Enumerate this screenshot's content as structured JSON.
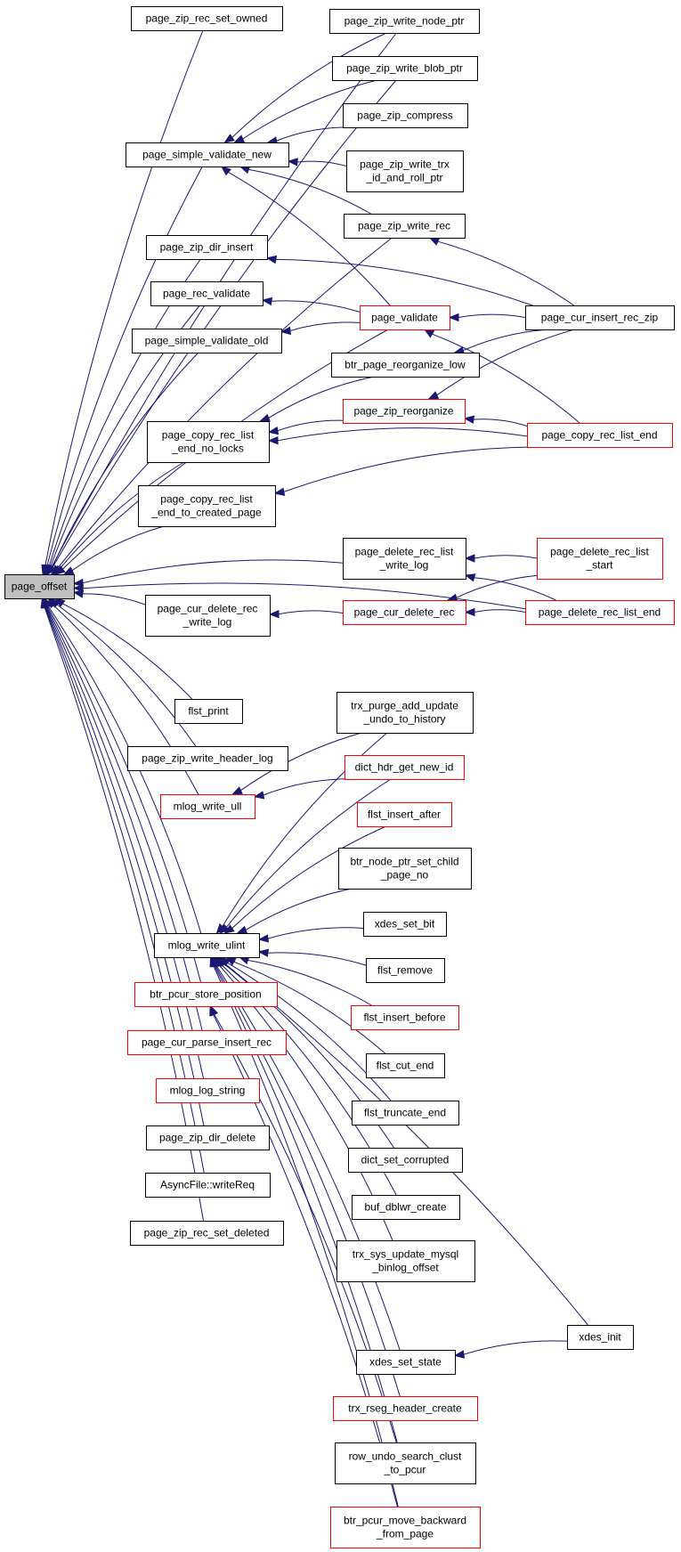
{
  "colors": {
    "edge": "#191970",
    "border_normal": "#000000",
    "border_highlight": "#ff0000",
    "fill_root": "#bfbfbf",
    "fill_normal": "#ffffff"
  },
  "nodes": [
    {
      "id": "page_offset",
      "lines": [
        "page_offset"
      ],
      "style": "root"
    },
    {
      "id": "page_zip_rec_set_owned",
      "lines": [
        "page_zip_rec_set_owned"
      ],
      "style": "normal"
    },
    {
      "id": "page_zip_write_node_ptr",
      "lines": [
        "page_zip_write_node_ptr"
      ],
      "style": "normal"
    },
    {
      "id": "page_zip_write_blob_ptr",
      "lines": [
        "page_zip_write_blob_ptr"
      ],
      "style": "normal"
    },
    {
      "id": "page_zip_compress",
      "lines": [
        "page_zip_compress"
      ],
      "style": "normal"
    },
    {
      "id": "page_simple_validate_new",
      "lines": [
        "page_simple_validate_new"
      ],
      "style": "normal"
    },
    {
      "id": "page_zip_write_trx_id_and_roll_ptr",
      "lines": [
        "page_zip_write_trx",
        "_id_and_roll_ptr"
      ],
      "style": "normal"
    },
    {
      "id": "page_zip_write_rec",
      "lines": [
        "page_zip_write_rec"
      ],
      "style": "normal"
    },
    {
      "id": "page_zip_dir_insert",
      "lines": [
        "page_zip_dir_insert"
      ],
      "style": "normal"
    },
    {
      "id": "page_rec_validate",
      "lines": [
        "page_rec_validate"
      ],
      "style": "normal"
    },
    {
      "id": "page_validate",
      "lines": [
        "page_validate"
      ],
      "style": "highlight"
    },
    {
      "id": "page_cur_insert_rec_zip",
      "lines": [
        "page_cur_insert_rec_zip"
      ],
      "style": "normal"
    },
    {
      "id": "page_simple_validate_old",
      "lines": [
        "page_simple_validate_old"
      ],
      "style": "normal"
    },
    {
      "id": "btr_page_reorganize_low",
      "lines": [
        "btr_page_reorganize_low"
      ],
      "style": "normal"
    },
    {
      "id": "page_zip_reorganize",
      "lines": [
        "page_zip_reorganize"
      ],
      "style": "highlight"
    },
    {
      "id": "page_copy_rec_list_end_no_locks",
      "lines": [
        "page_copy_rec_list",
        "_end_no_locks"
      ],
      "style": "normal"
    },
    {
      "id": "page_copy_rec_list_end",
      "lines": [
        "page_copy_rec_list_end"
      ],
      "style": "highlight"
    },
    {
      "id": "page_copy_rec_list_end_to_created_page",
      "lines": [
        "page_copy_rec_list",
        "_end_to_created_page"
      ],
      "style": "normal"
    },
    {
      "id": "page_delete_rec_list_write_log",
      "lines": [
        "page_delete_rec_list",
        "_write_log"
      ],
      "style": "normal"
    },
    {
      "id": "page_delete_rec_list_start",
      "lines": [
        "page_delete_rec_list",
        "_start"
      ],
      "style": "highlight"
    },
    {
      "id": "page_cur_delete_rec_write_log",
      "lines": [
        "page_cur_delete_rec",
        "_write_log"
      ],
      "style": "normal"
    },
    {
      "id": "page_cur_delete_rec",
      "lines": [
        "page_cur_delete_rec"
      ],
      "style": "highlight"
    },
    {
      "id": "page_delete_rec_list_end",
      "lines": [
        "page_delete_rec_list_end"
      ],
      "style": "highlight"
    },
    {
      "id": "flst_print",
      "lines": [
        "flst_print"
      ],
      "style": "normal"
    },
    {
      "id": "trx_purge_add_update_undo_to_history",
      "lines": [
        "trx_purge_add_update",
        "_undo_to_history"
      ],
      "style": "normal"
    },
    {
      "id": "page_zip_write_header_log",
      "lines": [
        "page_zip_write_header_log"
      ],
      "style": "normal"
    },
    {
      "id": "dict_hdr_get_new_id",
      "lines": [
        "dict_hdr_get_new_id"
      ],
      "style": "highlight"
    },
    {
      "id": "mlog_write_ull",
      "lines": [
        "mlog_write_ull"
      ],
      "style": "highlight"
    },
    {
      "id": "flst_insert_after",
      "lines": [
        "flst_insert_after"
      ],
      "style": "highlight"
    },
    {
      "id": "btr_node_ptr_set_child_page_no",
      "lines": [
        "btr_node_ptr_set_child",
        "_page_no"
      ],
      "style": "normal"
    },
    {
      "id": "xdes_set_bit",
      "lines": [
        "xdes_set_bit"
      ],
      "style": "normal"
    },
    {
      "id": "mlog_write_ulint",
      "lines": [
        "mlog_write_ulint"
      ],
      "style": "normal"
    },
    {
      "id": "flst_remove",
      "lines": [
        "flst_remove"
      ],
      "style": "normal"
    },
    {
      "id": "btr_pcur_store_position",
      "lines": [
        "btr_pcur_store_position"
      ],
      "style": "highlight"
    },
    {
      "id": "flst_insert_before",
      "lines": [
        "flst_insert_before"
      ],
      "style": "highlight"
    },
    {
      "id": "page_cur_parse_insert_rec",
      "lines": [
        "page_cur_parse_insert_rec"
      ],
      "style": "highlight"
    },
    {
      "id": "flst_cut_end",
      "lines": [
        "flst_cut_end"
      ],
      "style": "normal"
    },
    {
      "id": "mlog_log_string",
      "lines": [
        "mlog_log_string"
      ],
      "style": "highlight"
    },
    {
      "id": "flst_truncate_end",
      "lines": [
        "flst_truncate_end"
      ],
      "style": "normal"
    },
    {
      "id": "page_zip_dir_delete",
      "lines": [
        "page_zip_dir_delete"
      ],
      "style": "normal"
    },
    {
      "id": "dict_set_corrupted",
      "lines": [
        "dict_set_corrupted"
      ],
      "style": "normal"
    },
    {
      "id": "AsyncFile_writeReq",
      "lines": [
        "AsyncFile::writeReq"
      ],
      "style": "normal"
    },
    {
      "id": "buf_dblwr_create",
      "lines": [
        "buf_dblwr_create"
      ],
      "style": "normal"
    },
    {
      "id": "page_zip_rec_set_deleted",
      "lines": [
        "page_zip_rec_set_deleted"
      ],
      "style": "normal"
    },
    {
      "id": "trx_sys_update_mysql_binlog_offset",
      "lines": [
        "trx_sys_update_mysql",
        "_binlog_offset"
      ],
      "style": "normal"
    },
    {
      "id": "xdes_init",
      "lines": [
        "xdes_init"
      ],
      "style": "normal"
    },
    {
      "id": "xdes_set_state",
      "lines": [
        "xdes_set_state"
      ],
      "style": "normal"
    },
    {
      "id": "trx_rseg_header_create",
      "lines": [
        "trx_rseg_header_create"
      ],
      "style": "highlight"
    },
    {
      "id": "row_undo_search_clust_to_pcur",
      "lines": [
        "row_undo_search_clust",
        "_to_pcur"
      ],
      "style": "normal"
    },
    {
      "id": "btr_pcur_move_backward_from_page",
      "lines": [
        "btr_pcur_move_backward",
        "_from_page"
      ],
      "style": "highlight"
    }
  ],
  "edges": [
    {
      "from": "page_offset",
      "to": "page_zip_rec_set_owned"
    },
    {
      "from": "page_offset",
      "to": "page_zip_write_node_ptr"
    },
    {
      "from": "page_offset",
      "to": "page_zip_write_blob_ptr"
    },
    {
      "from": "page_offset",
      "to": "page_simple_validate_new"
    },
    {
      "from": "page_offset",
      "to": "page_zip_write_rec"
    },
    {
      "from": "page_offset",
      "to": "page_zip_dir_insert"
    },
    {
      "from": "page_offset",
      "to": "page_rec_validate"
    },
    {
      "from": "page_offset",
      "to": "page_simple_validate_old"
    },
    {
      "from": "page_offset",
      "to": "page_validate"
    },
    {
      "from": "page_offset",
      "to": "page_copy_rec_list_end_no_locks"
    },
    {
      "from": "page_offset",
      "to": "page_copy_rec_list_end_to_created_page"
    },
    {
      "from": "page_offset",
      "to": "page_delete_rec_list_write_log"
    },
    {
      "from": "page_offset",
      "to": "page_cur_delete_rec_write_log"
    },
    {
      "from": "page_offset",
      "to": "page_delete_rec_list_end"
    },
    {
      "from": "page_offset",
      "to": "flst_print"
    },
    {
      "from": "page_offset",
      "to": "page_zip_write_header_log"
    },
    {
      "from": "page_offset",
      "to": "mlog_write_ull"
    },
    {
      "from": "page_offset",
      "to": "mlog_write_ulint"
    },
    {
      "from": "page_offset",
      "to": "btr_pcur_store_position"
    },
    {
      "from": "page_offset",
      "to": "page_cur_parse_insert_rec"
    },
    {
      "from": "page_offset",
      "to": "mlog_log_string"
    },
    {
      "from": "page_offset",
      "to": "page_zip_dir_delete"
    },
    {
      "from": "page_offset",
      "to": "AsyncFile_writeReq"
    },
    {
      "from": "page_offset",
      "to": "page_zip_rec_set_deleted"
    },
    {
      "from": "page_simple_validate_new",
      "to": "page_zip_write_node_ptr"
    },
    {
      "from": "page_simple_validate_new",
      "to": "page_zip_write_blob_ptr"
    },
    {
      "from": "page_simple_validate_new",
      "to": "page_zip_compress"
    },
    {
      "from": "page_simple_validate_new",
      "to": "page_zip_write_trx_id_and_roll_ptr"
    },
    {
      "from": "page_simple_validate_new",
      "to": "page_zip_write_rec"
    },
    {
      "from": "page_simple_validate_new",
      "to": "page_validate"
    },
    {
      "from": "page_zip_dir_insert",
      "to": "page_cur_insert_rec_zip"
    },
    {
      "from": "page_zip_write_rec",
      "to": "page_cur_insert_rec_zip"
    },
    {
      "from": "page_rec_validate",
      "to": "page_validate"
    },
    {
      "from": "page_simple_validate_old",
      "to": "page_validate"
    },
    {
      "from": "page_validate",
      "to": "page_cur_insert_rec_zip"
    },
    {
      "from": "page_validate",
      "to": "page_copy_rec_list_end"
    },
    {
      "from": "btr_page_reorganize_low",
      "to": "page_cur_insert_rec_zip"
    },
    {
      "from": "page_zip_reorganize",
      "to": "page_cur_insert_rec_zip"
    },
    {
      "from": "page_zip_reorganize",
      "to": "page_copy_rec_list_end"
    },
    {
      "from": "page_copy_rec_list_end_no_locks",
      "to": "btr_page_reorganize_low"
    },
    {
      "from": "page_copy_rec_list_end_no_locks",
      "to": "page_zip_reorganize"
    },
    {
      "from": "page_copy_rec_list_end_no_locks",
      "to": "page_copy_rec_list_end"
    },
    {
      "from": "page_copy_rec_list_end_to_created_page",
      "to": "page_copy_rec_list_end"
    },
    {
      "from": "page_delete_rec_list_write_log",
      "to": "page_delete_rec_list_start"
    },
    {
      "from": "page_delete_rec_list_write_log",
      "to": "page_delete_rec_list_end"
    },
    {
      "from": "page_cur_delete_rec_write_log",
      "to": "page_cur_delete_rec"
    },
    {
      "from": "page_cur_delete_rec",
      "to": "page_delete_rec_list_start"
    },
    {
      "from": "page_cur_delete_rec",
      "to": "page_delete_rec_list_end"
    },
    {
      "from": "mlog_write_ull",
      "to": "trx_purge_add_update_undo_to_history"
    },
    {
      "from": "mlog_write_ull",
      "to": "dict_hdr_get_new_id"
    },
    {
      "from": "mlog_write_ulint",
      "to": "trx_purge_add_update_undo_to_history"
    },
    {
      "from": "mlog_write_ulint",
      "to": "dict_hdr_get_new_id"
    },
    {
      "from": "mlog_write_ulint",
      "to": "flst_insert_after"
    },
    {
      "from": "mlog_write_ulint",
      "to": "btr_node_ptr_set_child_page_no"
    },
    {
      "from": "mlog_write_ulint",
      "to": "xdes_set_bit"
    },
    {
      "from": "mlog_write_ulint",
      "to": "flst_remove"
    },
    {
      "from": "mlog_write_ulint",
      "to": "flst_insert_before"
    },
    {
      "from": "mlog_write_ulint",
      "to": "flst_cut_end"
    },
    {
      "from": "mlog_write_ulint",
      "to": "flst_truncate_end"
    },
    {
      "from": "mlog_write_ulint",
      "to": "dict_set_corrupted"
    },
    {
      "from": "mlog_write_ulint",
      "to": "buf_dblwr_create"
    },
    {
      "from": "mlog_write_ulint",
      "to": "trx_sys_update_mysql_binlog_offset"
    },
    {
      "from": "mlog_write_ulint",
      "to": "xdes_init"
    },
    {
      "from": "mlog_write_ulint",
      "to": "xdes_set_state"
    },
    {
      "from": "mlog_write_ulint",
      "to": "trx_rseg_header_create"
    },
    {
      "from": "mlog_write_ulint",
      "to": "row_undo_search_clust_to_pcur"
    },
    {
      "from": "mlog_write_ulint",
      "to": "btr_pcur_move_backward_from_page"
    },
    {
      "from": "btr_pcur_store_position",
      "to": "row_undo_search_clust_to_pcur"
    },
    {
      "from": "btr_pcur_store_position",
      "to": "btr_pcur_move_backward_from_page"
    },
    {
      "from": "xdes_set_state",
      "to": "xdes_init"
    }
  ]
}
